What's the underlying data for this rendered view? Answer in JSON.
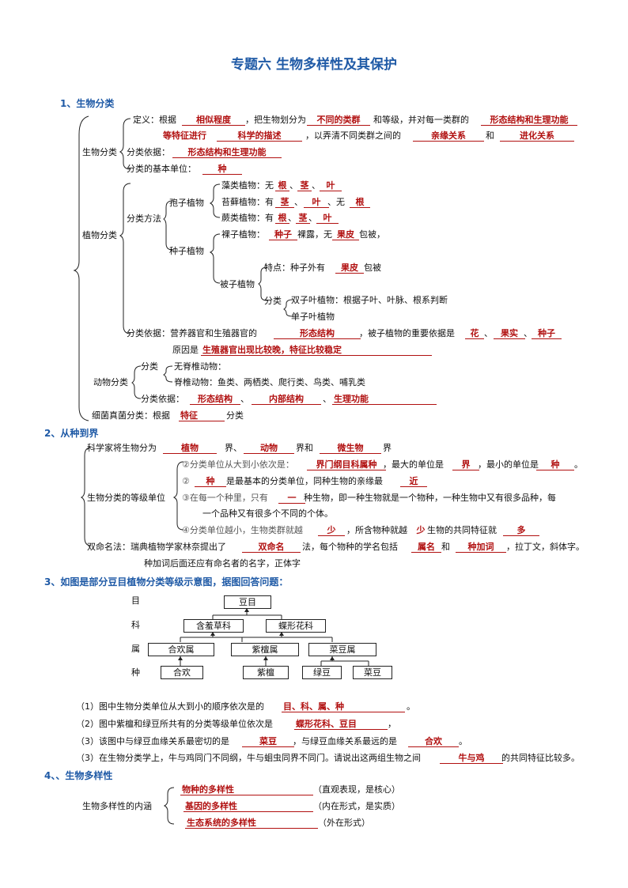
{
  "title": "专题六 生物多样性及其保护",
  "s1": {
    "heading": "1、生物分类",
    "bio_class": "生物分类",
    "def_pre": "定义：根据",
    "def_a1": "相似程度",
    "def_mid1": "，把生物划分为",
    "def_a2": "不同的类群",
    "def_mid2": "和等级，并对每一类群的",
    "def_a3": "形态结构和生理功能",
    "def2_a4": "等特征进行",
    "def2_a5": "科学的描述",
    "def2_mid": "，以弄清不同类群之间的",
    "def2_a6": "亲缘关系",
    "def2_and": "和",
    "def2_a7": "进化关系",
    "basis_pre": "分类依据：",
    "basis_a": "形态结构和生理功能",
    "unit_pre": "分类的基本单位：",
    "unit_a": "种",
    "plant_class": "植物分类",
    "method": "分类方法",
    "spore": "孢子植物",
    "seed": "种子植物",
    "algae": "藻类植物：无",
    "algae_a1": "根",
    "algae_a2": "茎",
    "algae_a3": "叶",
    "sep": "、",
    "moss": "苔藓植物：有",
    "moss_a1": "茎",
    "moss_a2": "叶",
    "moss_mid": "、无",
    "moss_a3": "根",
    "fern": "蕨类植物：有",
    "fern_a1": "根",
    "fern_a2": "茎",
    "fern_a3": "叶",
    "gymno_pre": "裸子植物：",
    "gymno_a1": "种子",
    "gymno_mid": "裸露，无",
    "gymno_a2": "果皮",
    "gymno_post": "包被，",
    "angio": "被子植物",
    "feat_pre": "特点：种子外有",
    "feat_a": "果皮",
    "feat_post": "包被",
    "classify": "分类",
    "dicot": "双子叶植物：根据子叶、叶脉、根系判断",
    "monocot": "单子叶植物",
    "pbasis_pre": "分类依据：营养器官和生殖器官的",
    "pbasis_a1": "形态结构",
    "pbasis_mid": "，被子植物的重要依据是",
    "pbasis_a2": "花",
    "pbasis_a3": "果实",
    "pbasis_a4": "种子",
    "reason_pre": "原因是",
    "reason_a": "生殖器官出现比较晚，特征比较稳定",
    "animal_class": "动物分类",
    "a_classify": "分类",
    "invert": "无脊椎动物：",
    "vert": "脊椎动物：鱼类、两栖类、爬行类、鸟类、哺乳类",
    "abasis_pre": "分类依据：",
    "abasis_a1": "形态结构",
    "abasis_a2": "内部结构",
    "abasis_a3": "生理功能",
    "bf_pre": "细菌真菌分类：根据",
    "bf_a": "特征",
    "bf_post": "分类"
  },
  "s2": {
    "heading": "2、从种到界",
    "k_pre": "科学家将生物分为",
    "k_a1": "植物",
    "k_jie": "界、",
    "k_a2": "动物",
    "k_jie2": "界和",
    "k_a3": "微生物",
    "k_jie3": "界",
    "rank_label": "生物分类的等级单位",
    "r1_pre": "②分类单位从大到小依次是：",
    "r1_a1": "界门纲目科属种",
    "r1_mid": "，最大的单位是",
    "r1_a2": "界",
    "r1_mid2": "，最小的单位是",
    "r1_a3": "种",
    "r1_post": "。",
    "r2_pre": "②",
    "r2_a1": "种",
    "r2_mid": "是最基本的分类单位，同种生物的亲缘最",
    "r2_a2": "近",
    "r3_pre": "③在每一个种里，只有",
    "r3_a": "一",
    "r3_post": "种生物，即一种生物就是一个物种，一种生物中又有很多品种，每",
    "r3_line2": "一个品种又有很多个不同的个体。",
    "r4_pre": "④分类单位越小，生物类群就越",
    "r4_a1": "少",
    "r4_mid": "，所含物种就越",
    "r4_a2": "少",
    "r4_mid2": "生物的共同特征就",
    "r4_a3": "多",
    "bn_pre": "双命名法：瑞典植物学家林奈提出了",
    "bn_a1": "双命名",
    "bn_mid": "法，每个物种的学名包括",
    "bn_a2": "属名",
    "bn_and": "和",
    "bn_a3": "种加词",
    "bn_post": "，拉丁文，斜体字。",
    "bn_line2": "种加词后面还应有命名者的名字，正体字"
  },
  "s3": {
    "heading": "3、如图是部分豆目植物分类等级示意图，据图回答问题：",
    "lbl_mu": "目",
    "lbl_ke": "科",
    "lbl_shu": "属",
    "lbl_zhong": "种",
    "n_order": "豆目",
    "n_fam1": "含羞草科",
    "n_fam2": "蝶形花科",
    "n_g1": "合欢属",
    "n_g2": "紫檀属",
    "n_g3": "菜豆属",
    "n_s1": "合欢",
    "n_s2": "紫檀",
    "n_s3": "绿豆",
    "n_s4": "菜豆",
    "q1_pre": "（1）图中生物分类单位从大到小的顺序依次是的",
    "q1_a": "目、科、属、种",
    "q1_post": "。",
    "q2_pre": "（2）图中紫檀和绿豆所共有的分类等级单位依次是",
    "q2_a": "蝶形花科、豆目",
    "q2_post": "，",
    "q3_pre": "（3）该图中与绿豆血缘关系最密切的是",
    "q3_a1": "菜豆",
    "q3_mid": "，与绿豆血缘关系最远的是",
    "q3_a2": "合欢",
    "q3_post": "。",
    "q4_pre": "（3）在生物分类学上，牛与鸡同门不同纲，牛与蛔虫同界不同门。请说出这两组生物之间",
    "q4_a": "牛与鸡",
    "q4_post": "的共同特征比较多。"
  },
  "s4": {
    "heading": "4、、生物多样性",
    "label": "生物多样性的内涵",
    "a1": "物种的多样性",
    "n1": "（直观表现，是核心）",
    "a2": "基因的多样性",
    "n2": "（内在形式，是实质）",
    "a3": "生态系统的多样性",
    "n3": "（外在形式）"
  }
}
